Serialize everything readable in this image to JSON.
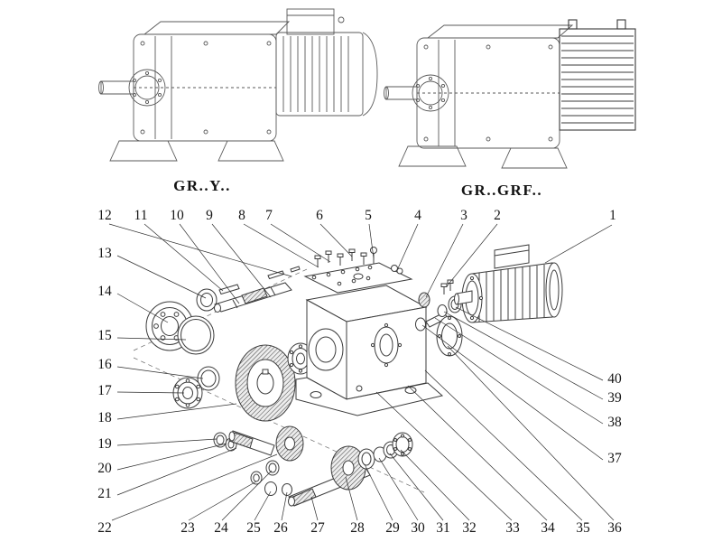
{
  "figures": {
    "left_label": "GR..Y..",
    "right_label": "GR..GRF.."
  },
  "callouts": {
    "top": [
      "12",
      "11",
      "10",
      "9",
      "8",
      "7",
      "6",
      "5",
      "4",
      "3",
      "2",
      "1"
    ],
    "left": [
      "13",
      "14",
      "15",
      "16",
      "17",
      "18",
      "19",
      "20",
      "21",
      "22"
    ],
    "bottom": [
      "23",
      "24",
      "25",
      "26",
      "27",
      "28",
      "29",
      "30",
      "31",
      "32",
      "33",
      "34",
      "35",
      "36"
    ],
    "right": [
      "40",
      "39",
      "38",
      "37"
    ]
  },
  "diagram": {
    "kind": "exploded parts view of helical gear reducer with motor",
    "line_color": "#3c3c3c"
  }
}
